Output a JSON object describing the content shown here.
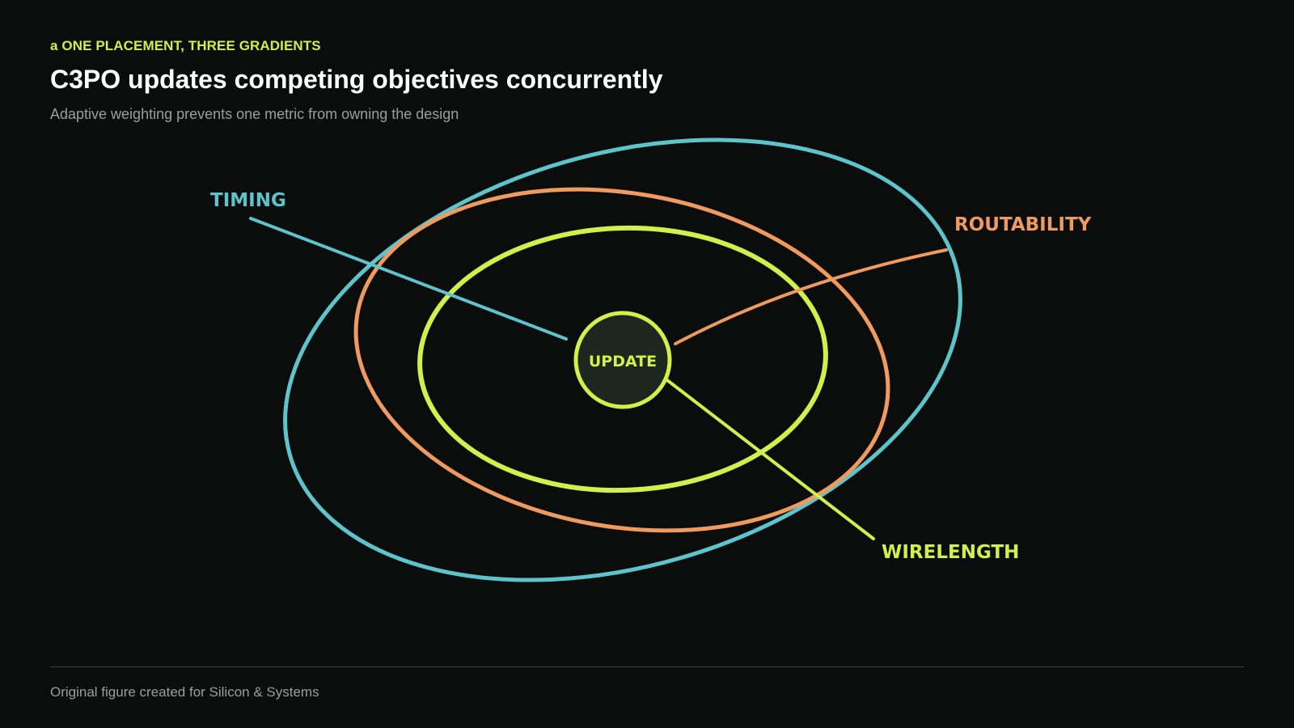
{
  "header": {
    "eyebrow": "a ONE PLACEMENT, THREE GRADIENTS",
    "title": "C3PO updates competing objectives concurrently",
    "subtitle": "Adaptive weighting prevents one metric from owning the design"
  },
  "diagram": {
    "center_label": "UPDATE",
    "objectives": [
      {
        "label": "TIMING",
        "color": "#5ec4cc"
      },
      {
        "label": "ROUTABILITY",
        "color": "#ef9a5e"
      },
      {
        "label": "WIRELENGTH",
        "color": "#d4ee4a"
      }
    ],
    "center_color": "#d4ee4a",
    "center_fill": "#1e2620"
  },
  "footer": {
    "credit": "Original figure created for Silicon & Systems"
  }
}
